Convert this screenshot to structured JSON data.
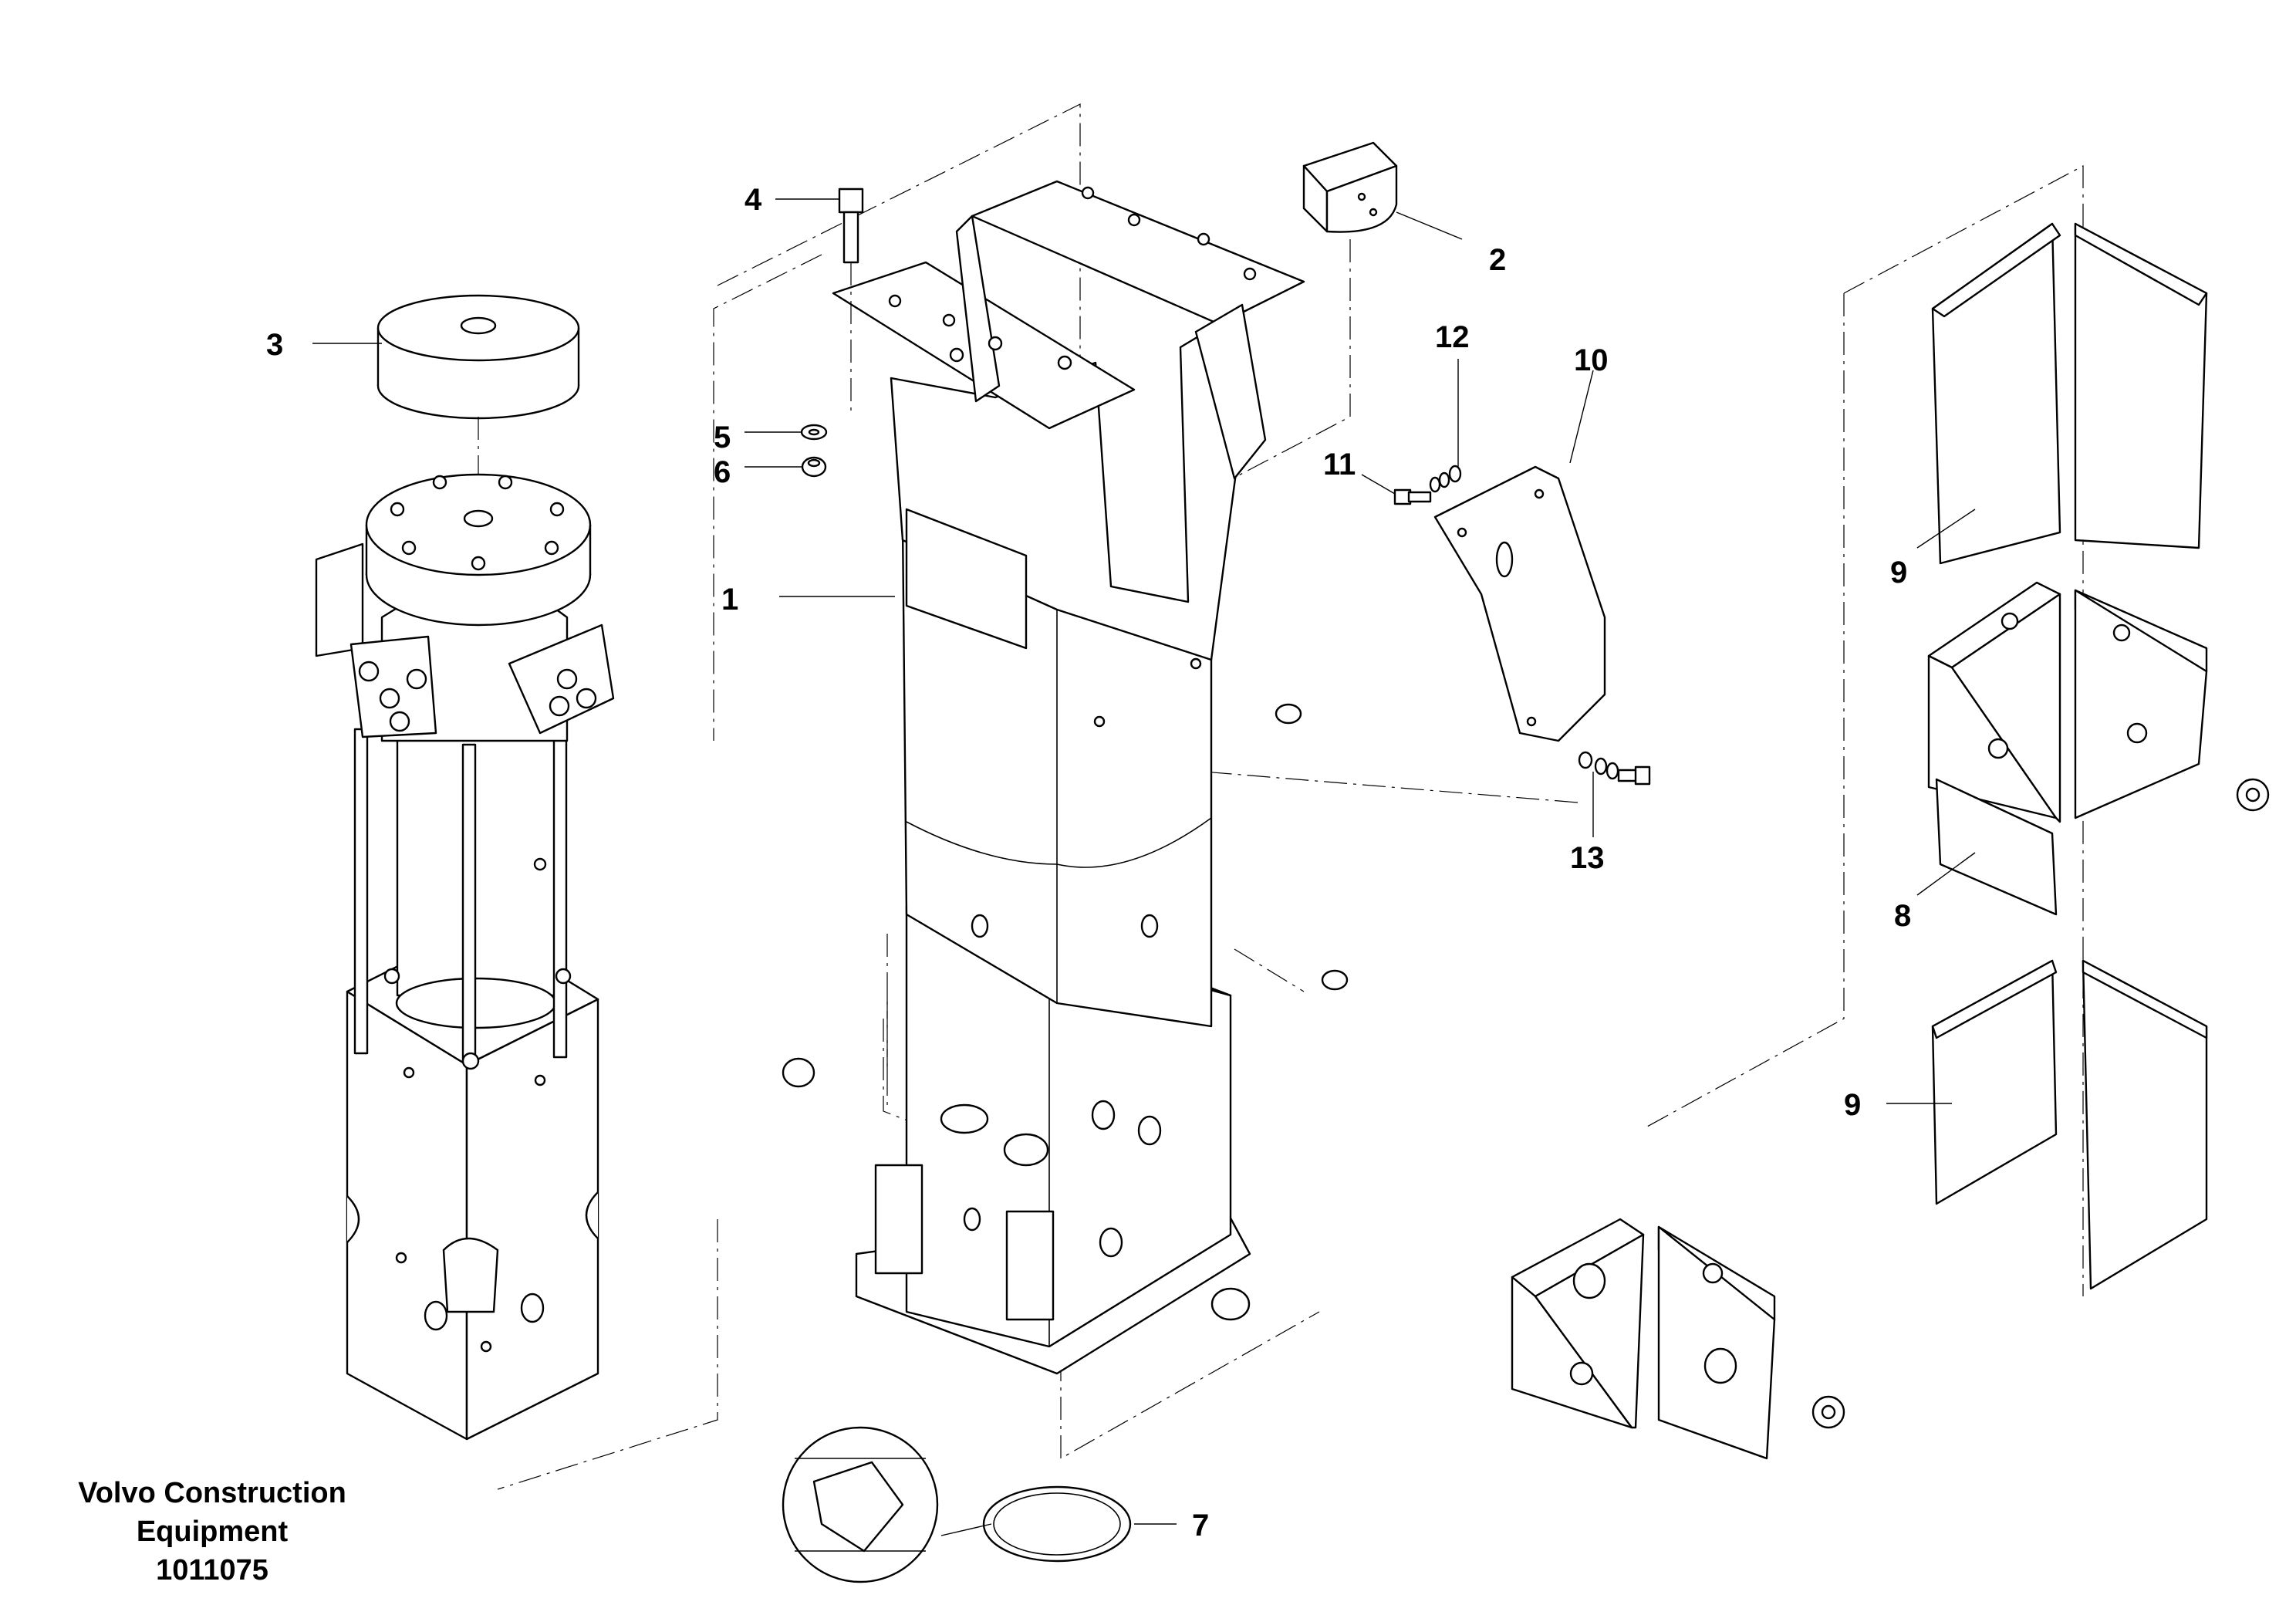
{
  "callouts": [
    {
      "id": "1",
      "label": "1"
    },
    {
      "id": "2",
      "label": "2"
    },
    {
      "id": "3",
      "label": "3"
    },
    {
      "id": "4",
      "label": "4"
    },
    {
      "id": "5",
      "label": "5"
    },
    {
      "id": "6",
      "label": "6"
    },
    {
      "id": "7",
      "label": "7"
    },
    {
      "id": "8",
      "label": "8"
    },
    {
      "id": "9a",
      "label": "9"
    },
    {
      "id": "9b",
      "label": "9"
    },
    {
      "id": "10",
      "label": "10"
    },
    {
      "id": "11",
      "label": "11"
    },
    {
      "id": "12",
      "label": "12"
    },
    {
      "id": "13",
      "label": "13"
    }
  ],
  "credit": {
    "line1": "Volvo Construction",
    "line2": "Equipment",
    "line3": "1011075"
  }
}
